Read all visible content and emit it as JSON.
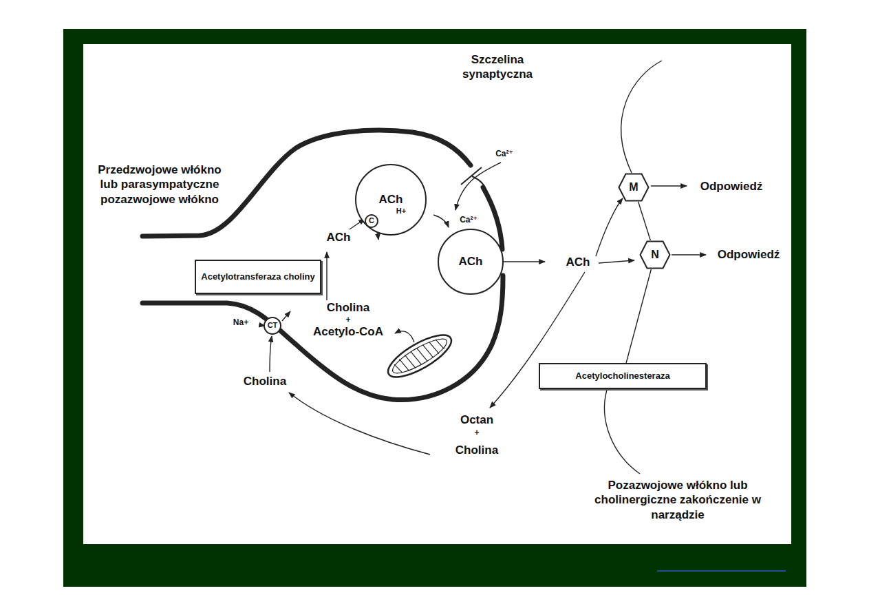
{
  "diagram": {
    "nodes": [
      {
        "text": [
          "ACh"
        ]
      },
      {
        "text": [
          "C"
        ]
      },
      {
        "text": [
          "Acetylotransferaza choliny"
        ]
      },
      {
        "text": [
          "ACh"
        ]
      },
      {
        "text": [
          "M"
        ]
      },
      {
        "text": [
          "N"
        ]
      },
      {
        "text": [
          "CT"
        ]
      },
      {
        "text": [
          "Acetylocholinesteraza"
        ]
      }
    ],
    "edges": [
      {
        "from": 4,
        "to": 5,
        "arrow": "none"
      },
      {
        "from": 5,
        "to": 7,
        "arrow": "none"
      }
    ],
    "labels": [
      "Szczelina synaptyczna",
      "Przedzwojowe włókno lub parasympatyczne pozazwojowe włókno",
      "Ca²⁺",
      "H+",
      "Ca²⁺",
      "ACh",
      "Cholina",
      "+",
      "Acetylo-CoA",
      "Na+",
      "Cholina",
      "ACh",
      "Odpowiedź",
      "Odpowiedź",
      "Octan",
      "+",
      "Cholina",
      "Pozazwojowe włókno lub cholinergiczne zakończenie w narządzie"
    ]
  }
}
